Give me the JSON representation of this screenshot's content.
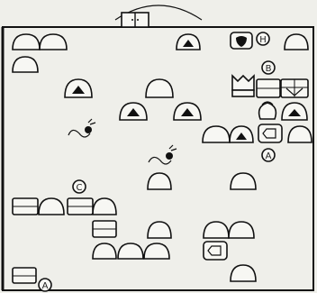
{
  "screen": {
    "name": "dungeon-map",
    "door_icon": "double-door-icon",
    "icons": [
      "boulder-icon",
      "tent-icon",
      "block-icon",
      "chest-icon",
      "bag-icon",
      "snake-icon",
      "gate-icon",
      "shield-icon",
      "crown-icon",
      "arrow-sign-icon"
    ]
  },
  "markers": {
    "H": "H",
    "B": "B",
    "A_mid": "A",
    "C": "C",
    "A_bottom": "A"
  },
  "colors": {
    "ink": "#111111",
    "paper": "#efefea"
  }
}
